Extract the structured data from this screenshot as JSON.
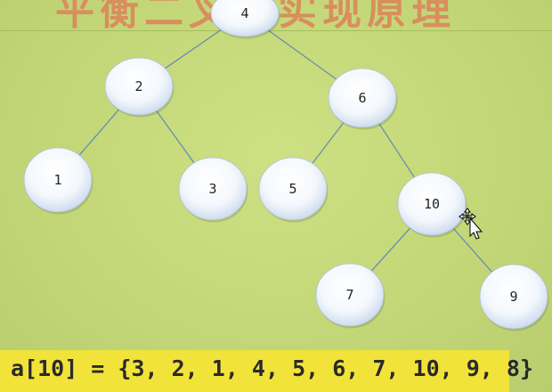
{
  "slide": {
    "title": "平衡二叉树实现原理"
  },
  "tree": {
    "nodes": [
      {
        "id": "n4",
        "label": "4"
      },
      {
        "id": "n2",
        "label": "2"
      },
      {
        "id": "n6",
        "label": "6"
      },
      {
        "id": "n1",
        "label": "1"
      },
      {
        "id": "n3",
        "label": "3"
      },
      {
        "id": "n5",
        "label": "5"
      },
      {
        "id": "n10",
        "label": "10"
      },
      {
        "id": "n7",
        "label": "7"
      },
      {
        "id": "n9",
        "label": "9"
      }
    ],
    "edges": [
      [
        "n4",
        "n2"
      ],
      [
        "n4",
        "n6"
      ],
      [
        "n2",
        "n1"
      ],
      [
        "n2",
        "n3"
      ],
      [
        "n6",
        "n5"
      ],
      [
        "n6",
        "n10"
      ],
      [
        "n10",
        "n7"
      ],
      [
        "n10",
        "n9"
      ]
    ]
  },
  "array": {
    "text": "a[10] = {3, 2, 1, 4, 5, 6, 7, 10, 9, 8}"
  },
  "colors": {
    "background": "#c5d97a",
    "node_fill": "#ffffff",
    "node_shade": "#cfdcef",
    "edge": "#5f8ab0",
    "highlight_bar": "#f2e33a"
  },
  "icons": {
    "cursor": "move-cursor-icon"
  }
}
